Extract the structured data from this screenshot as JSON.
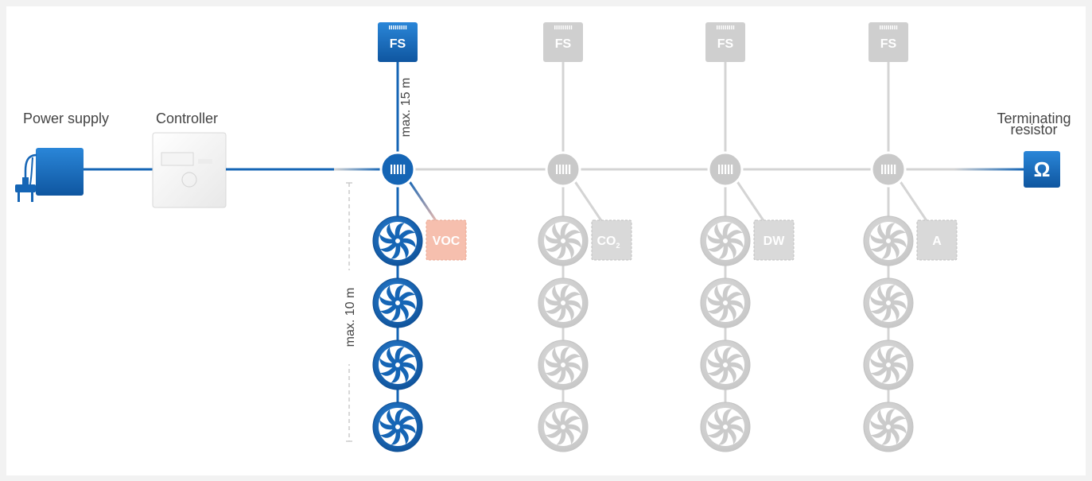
{
  "labels": {
    "power_supply": "Power supply",
    "controller": "Controller",
    "terminating_line1": "Terminating",
    "terminating_line2": "resistor",
    "max_15": "max. 15 m",
    "max_10": "max. 10 m",
    "ohm": "Ω"
  },
  "branches": [
    {
      "sensor": "FS",
      "side_sensor": "VOC",
      "side_sub": "",
      "active": true
    },
    {
      "sensor": "FS",
      "side_sensor": "CO",
      "side_sub": "2",
      "active": false
    },
    {
      "sensor": "FS",
      "side_sensor": "DW",
      "side_sub": "",
      "active": false
    },
    {
      "sensor": "FS",
      "side_sensor": "A",
      "side_sub": "",
      "active": false
    }
  ],
  "fans_per_branch": 4,
  "colors": {
    "active_blue": "#1565b5",
    "inactive_grey": "#cfcfcf",
    "line_grey": "#d4d4d4",
    "voc_salmon": "#f6bfae",
    "dash_line": "#cccccc"
  },
  "icons": {
    "plug": "power-plug-icon",
    "fan": "fan-icon",
    "hub": "bus-connector-icon",
    "resistor": "omega-icon"
  }
}
